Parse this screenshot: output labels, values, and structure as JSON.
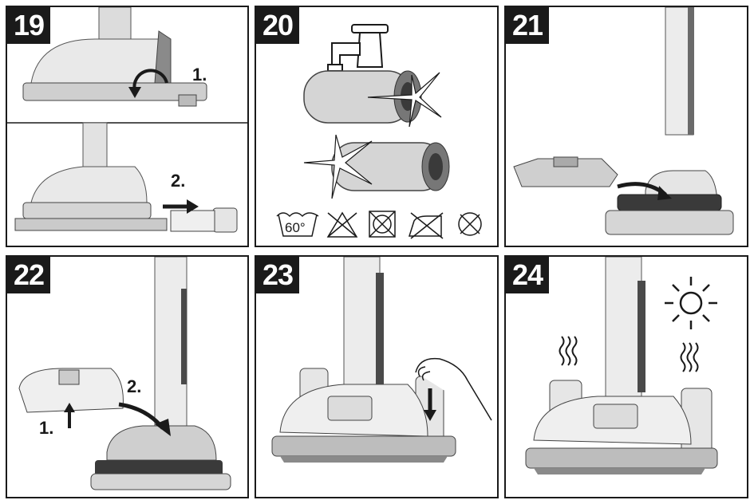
{
  "panels": [
    {
      "number": "19",
      "step1": "1.",
      "step2": "2."
    },
    {
      "number": "20",
      "wash_temp": "60°"
    },
    {
      "number": "21"
    },
    {
      "number": "22",
      "step1": "1.",
      "step2": "2."
    },
    {
      "number": "23"
    },
    {
      "number": "24"
    }
  ],
  "colors": {
    "frame": "#1a1a1a",
    "device_light": "#ececec",
    "device_mid": "#bdbdbd",
    "device_dark": "#4a4a4a"
  },
  "icons": [
    "faucet-icon",
    "sparkle-icon",
    "wash-60-icon",
    "no-bleach-icon",
    "no-tumble-dry-icon",
    "no-iron-icon",
    "no-dry-clean-icon",
    "sun-icon",
    "heat-waves-icon",
    "hand-icon",
    "arrow-icon"
  ]
}
